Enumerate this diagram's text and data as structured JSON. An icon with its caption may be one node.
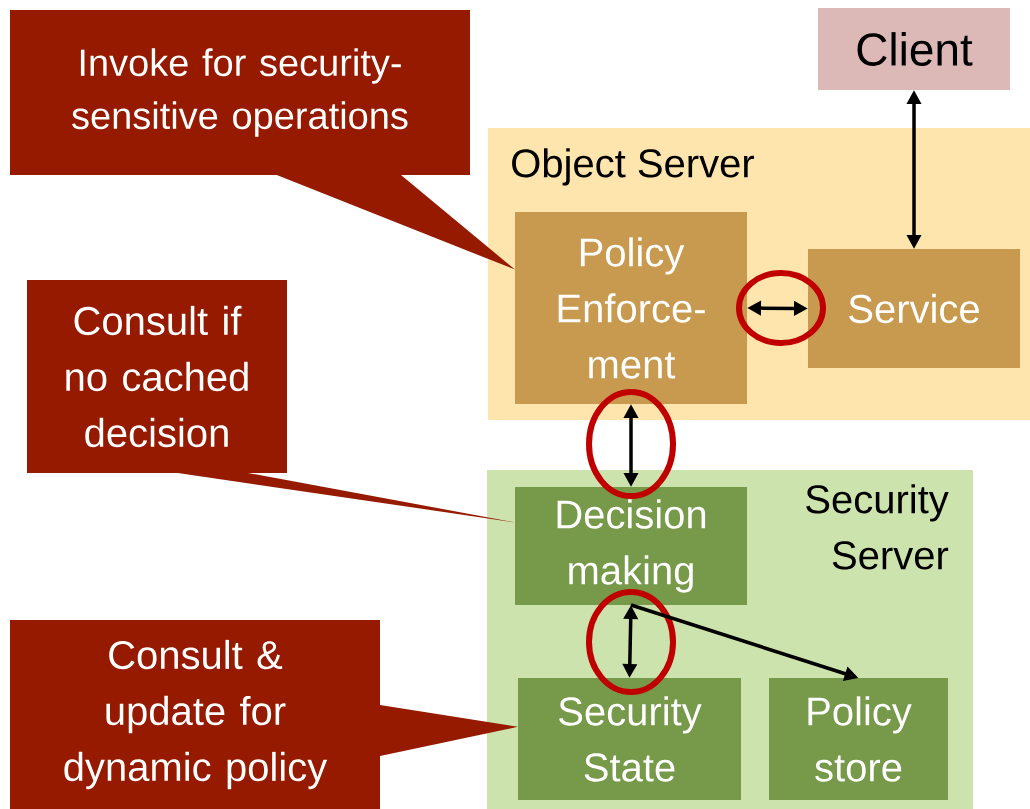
{
  "diagram": {
    "nodes": [
      {
        "text": [
          "Client"
        ]
      },
      {
        "text": [
          "Object Server"
        ]
      },
      {
        "text": [
          "Policy Enforce-ment"
        ],
        "in": 1
      },
      {
        "text": [
          "Service"
        ],
        "in": 1
      },
      {
        "text": [
          "Security Server"
        ]
      },
      {
        "text": [
          "Decision making"
        ],
        "in": 4
      },
      {
        "text": [
          "Security State"
        ],
        "in": 4
      },
      {
        "text": [
          "Policy store"
        ],
        "in": 4
      },
      {
        "text": [
          "Invoke for security-sensitive operations"
        ]
      },
      {
        "text": [
          "Consult if no cached decision"
        ]
      },
      {
        "text": [
          "Consult & update for dynamic policy"
        ]
      }
    ],
    "edges": [
      {
        "from": 0,
        "to": 3,
        "arrow": "both"
      },
      {
        "from": 2,
        "to": 3,
        "arrow": "both"
      },
      {
        "from": 2,
        "to": 5,
        "arrow": "both"
      },
      {
        "from": 5,
        "to": 6,
        "arrow": "both"
      },
      {
        "from": 5,
        "to": 7,
        "arrow": "to"
      },
      {
        "from": 8,
        "to": 2,
        "arrow": "none",
        "color": "#961a00"
      },
      {
        "from": 9,
        "to": 5,
        "arrow": "none",
        "color": "#961a00"
      },
      {
        "from": 10,
        "to": 6,
        "arrow": "none",
        "color": "#961a00"
      }
    ]
  }
}
